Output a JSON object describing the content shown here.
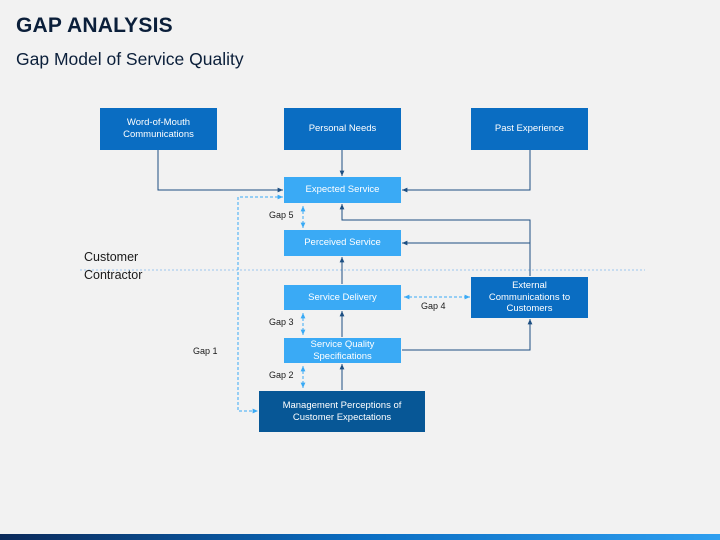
{
  "header": {
    "title": "GAP ANALYSIS",
    "subtitle": "Gap Model of Service Quality"
  },
  "regions": {
    "customer": "Customer",
    "contractor": "Contractor"
  },
  "boxes": {
    "word_of_mouth": "Word-of-Mouth Communications",
    "personal_needs": "Personal Needs",
    "past_experience": "Past Experience",
    "expected_service": "Expected Service",
    "perceived_service": "Perceived Service",
    "service_delivery": "Service Delivery",
    "external_communications": "External Communications to Customers",
    "service_quality_specifications": "Service Quality Specifications",
    "management_perceptions": "Management Perceptions of Customer Expectations"
  },
  "gaps": {
    "gap1": "Gap 1",
    "gap2": "Gap 2",
    "gap3": "Gap 3",
    "gap4": "Gap 4",
    "gap5": "Gap 5"
  },
  "colors": {
    "top_box": "#0a6dc2",
    "inner_box": "#3aaaf5",
    "management_box": "#075796",
    "connector": "#1d4f82",
    "dashed_connector": "#3aaaf5"
  }
}
